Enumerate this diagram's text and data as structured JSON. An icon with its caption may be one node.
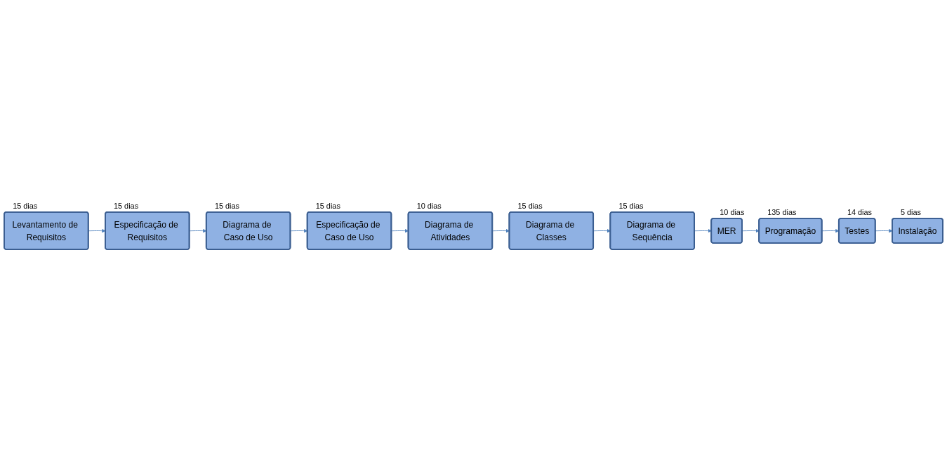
{
  "diagram": {
    "nodes": [
      {
        "text": [
          "Levantamento de Requisitos"
        ],
        "beside": [
          "15 dias"
        ]
      },
      {
        "text": [
          "Especificação de Requisitos"
        ],
        "beside": [
          "15 dias"
        ]
      },
      {
        "text": [
          "Diagrama de Caso de Uso"
        ],
        "beside": [
          "15 dias"
        ]
      },
      {
        "text": [
          "Especificação de Caso de Uso"
        ],
        "beside": [
          "15 dias"
        ]
      },
      {
        "text": [
          "Diagrama de Atividades"
        ],
        "beside": [
          "10 dias"
        ]
      },
      {
        "text": [
          "Diagrama de Classes"
        ],
        "beside": [
          "15 dias"
        ]
      },
      {
        "text": [
          "Diagrama de Sequência"
        ],
        "beside": [
          "15 dias"
        ]
      },
      {
        "text": [
          "MER"
        ],
        "beside": [
          "10 dias"
        ]
      },
      {
        "text": [
          "Programação"
        ],
        "beside": [
          "135 dias"
        ]
      },
      {
        "text": [
          "Testes"
        ],
        "beside": [
          "14 dias"
        ]
      },
      {
        "text": [
          "Instalação"
        ],
        "beside": [
          "5 dias"
        ]
      }
    ],
    "edges": [
      {
        "from": 0,
        "to": 1,
        "arrow": "to"
      },
      {
        "from": 1,
        "to": 2,
        "arrow": "to"
      },
      {
        "from": 2,
        "to": 3,
        "arrow": "to"
      },
      {
        "from": 3,
        "to": 4,
        "arrow": "to"
      },
      {
        "from": 4,
        "to": 5,
        "arrow": "to"
      },
      {
        "from": 5,
        "to": 6,
        "arrow": "to"
      },
      {
        "from": 6,
        "to": 7,
        "arrow": "to"
      },
      {
        "from": 7,
        "to": 8,
        "arrow": "to"
      },
      {
        "from": 8,
        "to": 9,
        "arrow": "to"
      },
      {
        "from": 9,
        "to": 10,
        "arrow": "to"
      }
    ]
  }
}
